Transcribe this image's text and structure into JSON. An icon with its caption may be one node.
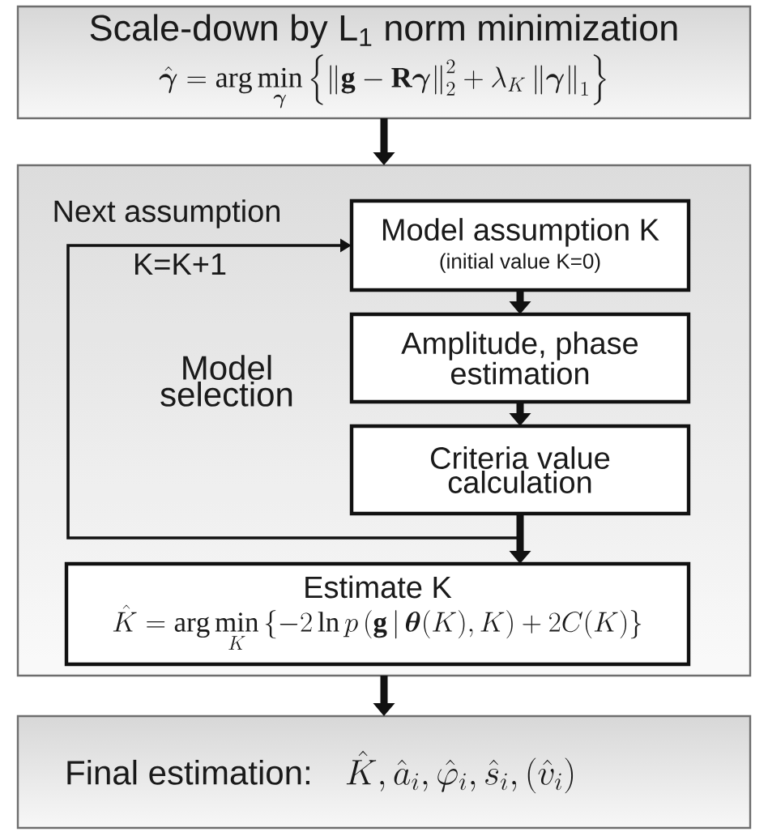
{
  "diagram": {
    "nodes": [
      {
        "text": [
          "Scale-down by L$_{1}$ norm minimization",
          "\\hat{\\boldsymbol{\\gamma}}=\\arg\\min\\limits_{\\boldsymbol{\\gamma}}\\left\\{\\left\\|\\mathbf{g}-\\mathbf{R}\\boldsymbol{\\gamma}\\right\\|_{2}^{2}+\\lambda_{K}\\left\\|\\boldsymbol{\\gamma}\\right\\|_{1}\\right\\}"
        ]
      },
      {
        "text": [
          "Model selection"
        ]
      },
      {
        "text": [
          "Model assumption K",
          "(initial value K=0)"
        ],
        "in": 1
      },
      {
        "text": [
          "Amplitude, phase estimation"
        ],
        "in": 1
      },
      {
        "text": [
          "Criteria value calculation"
        ],
        "in": 1
      },
      {
        "text": [
          "Estimate K",
          "\\hat{K}=\\arg\\min\\limits_{K}\\left\\{-2\\ln p\\left(\\mathbf{g}\\,|\\,\\boldsymbol{\\theta}(K),K\\right)+2C(K)\\right\\}"
        ],
        "in": 1
      },
      {
        "text": [
          "Final estimation:",
          "\\hat{K},\\hat{a}_{i},\\hat{\\varphi}_{i},\\hat{s}_{i},\\left(\\hat{v}_{i}\\right)"
        ]
      }
    ],
    "edges": [
      {
        "from": 0,
        "to": 1,
        "arrow": "to"
      },
      {
        "from": 2,
        "to": 3,
        "arrow": "to"
      },
      {
        "from": 3,
        "to": 4,
        "arrow": "to"
      },
      {
        "from": 4,
        "to": 5,
        "arrow": "to"
      },
      {
        "from": 4,
        "to": 2,
        "arrow": "to",
        "label": "Next assumption"
      },
      {
        "from": 1,
        "to": 6,
        "arrow": "to"
      }
    ],
    "labels": [
      "K=K+1"
    ]
  }
}
